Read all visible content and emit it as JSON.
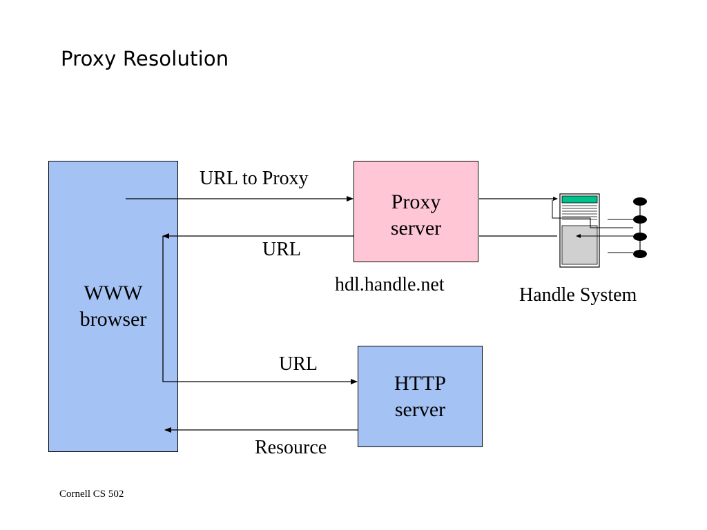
{
  "title": "Proxy Resolution",
  "boxes": {
    "browser": {
      "line1": "WWW",
      "line2": "browser",
      "color": "#a4c2f4"
    },
    "proxy": {
      "line1": "Proxy",
      "line2": "server",
      "color": "#ffc7d5"
    },
    "http": {
      "line1": "HTTP",
      "line2": "server",
      "color": "#a4c2f4"
    }
  },
  "labels": {
    "url_to_proxy": "URL to Proxy",
    "url_back": "URL",
    "proxy_host": "hdl.handle.net",
    "handle_system": "Handle System",
    "url_to_http": "URL",
    "resource": "Resource"
  },
  "footer": "Cornell CS 502",
  "colors": {
    "handle_server_accent": "#00c08b",
    "handle_server_panel": "#d0d0d0",
    "handle_node": "#000000"
  }
}
